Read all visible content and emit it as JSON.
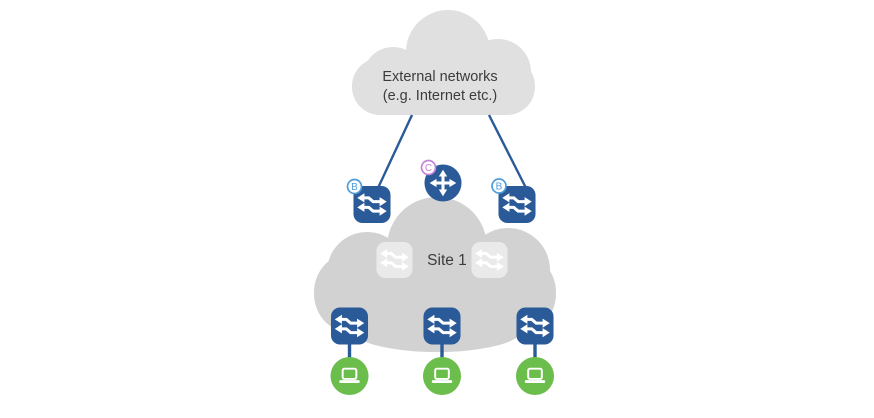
{
  "external_cloud": {
    "label_line1": "External networks",
    "label_line2": "(e.g. Internet etc.)"
  },
  "site_cloud": {
    "label": "Site 1"
  },
  "badges": {
    "border_role": "B",
    "core_role": "C"
  },
  "icons": {
    "cloud": "cloud-shape",
    "switch": "bidirectional-arrows-switch",
    "router": "cross-arrows-router",
    "host": "laptop-in-circle"
  },
  "colors": {
    "device_blue": "#2B5A99",
    "link_blue": "#2B5A99",
    "cloud_light": "#E0E0E0",
    "cloud_site": "#D2D2D2",
    "ghost_switch": "#EAEAEA",
    "host_green": "#6CBE4C",
    "badge_blue": "#4F9CD9",
    "badge_purple": "#C583DB",
    "label_text": "#3C3C3C",
    "icon_white": "#FFFFFF"
  }
}
